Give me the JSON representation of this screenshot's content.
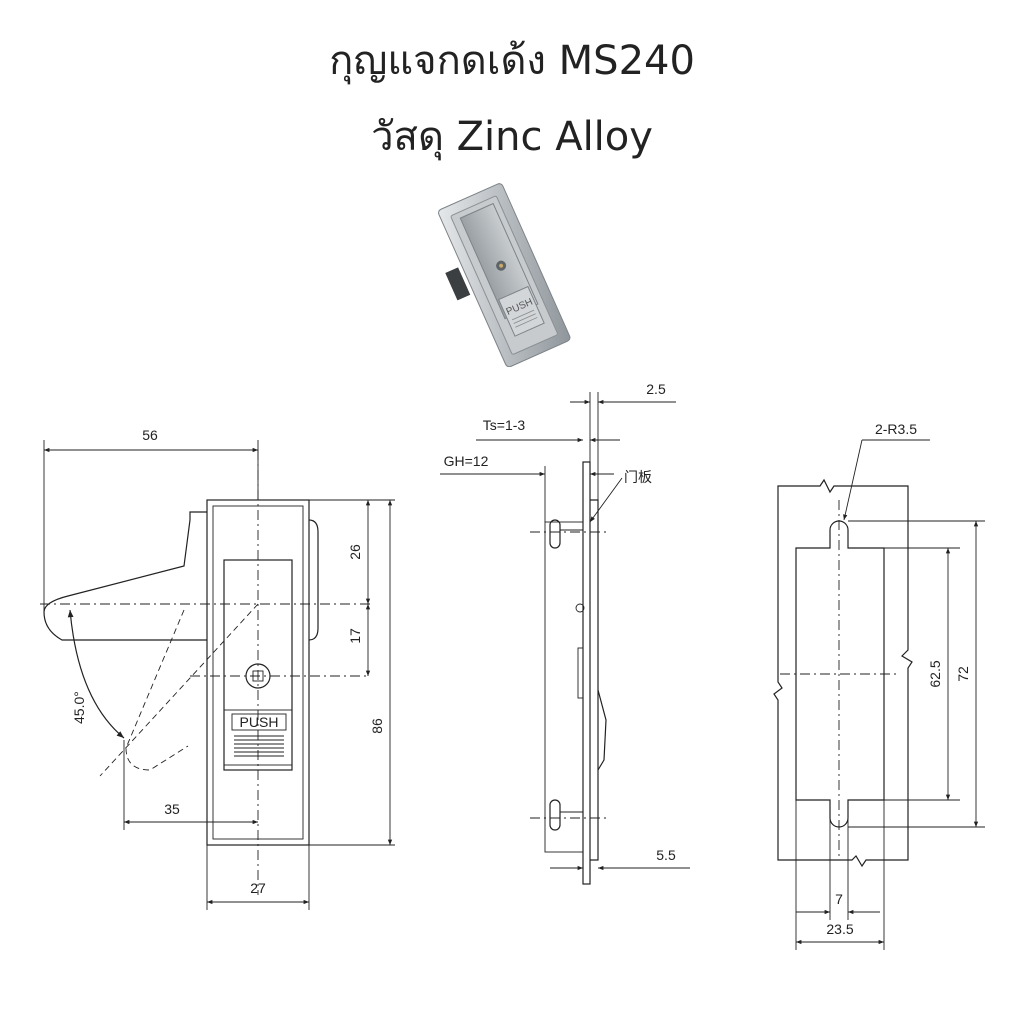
{
  "title": "กุญแจกดเด้ง MS240",
  "subtitle": "วัสดุ Zinc Alloy",
  "photo": {
    "push_label": "PUSH"
  },
  "front_view": {
    "dims": {
      "width_56": "56",
      "h_26": "26",
      "h_17": "17",
      "h_86": "86",
      "angle": "45.0°",
      "w_35": "35",
      "w_27": "27"
    },
    "push_label": "PUSH"
  },
  "side_view": {
    "dims": {
      "t_25": "2.5",
      "ts": "Ts=1-3",
      "gh": "GH=12",
      "door_panel": "门板",
      "d_55": "5.5"
    }
  },
  "cutout_view": {
    "dims": {
      "radius": "2-R3.5",
      "h_625": "62.5",
      "h_72": "72",
      "w_7": "7",
      "w_235": "23.5"
    }
  }
}
